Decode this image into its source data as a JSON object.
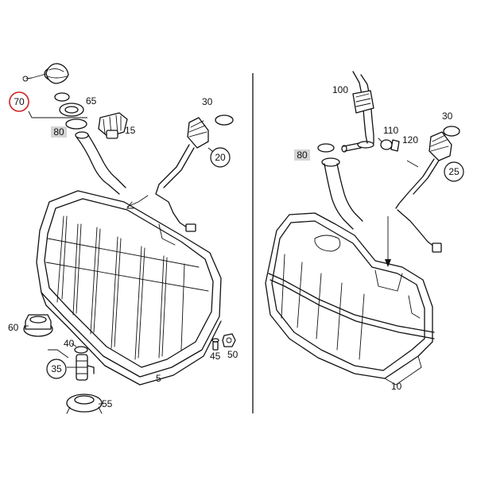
{
  "callouts": {
    "c70": "70",
    "c65": "65",
    "c80_left": "80",
    "c15": "15",
    "c30_left": "30",
    "c20": "20",
    "c60": "60",
    "c40": "40",
    "c35": "35",
    "c55": "55",
    "c45": "45",
    "c50": "50",
    "c5": "5",
    "c100": "100",
    "c110": "110",
    "c120": "120",
    "c80_right": "80",
    "c30_right": "30",
    "c25": "25",
    "c10": "10"
  },
  "colors": {
    "line": "#111111",
    "highlight_ring": "#cc2222",
    "label_box": "#d4d4d4"
  }
}
